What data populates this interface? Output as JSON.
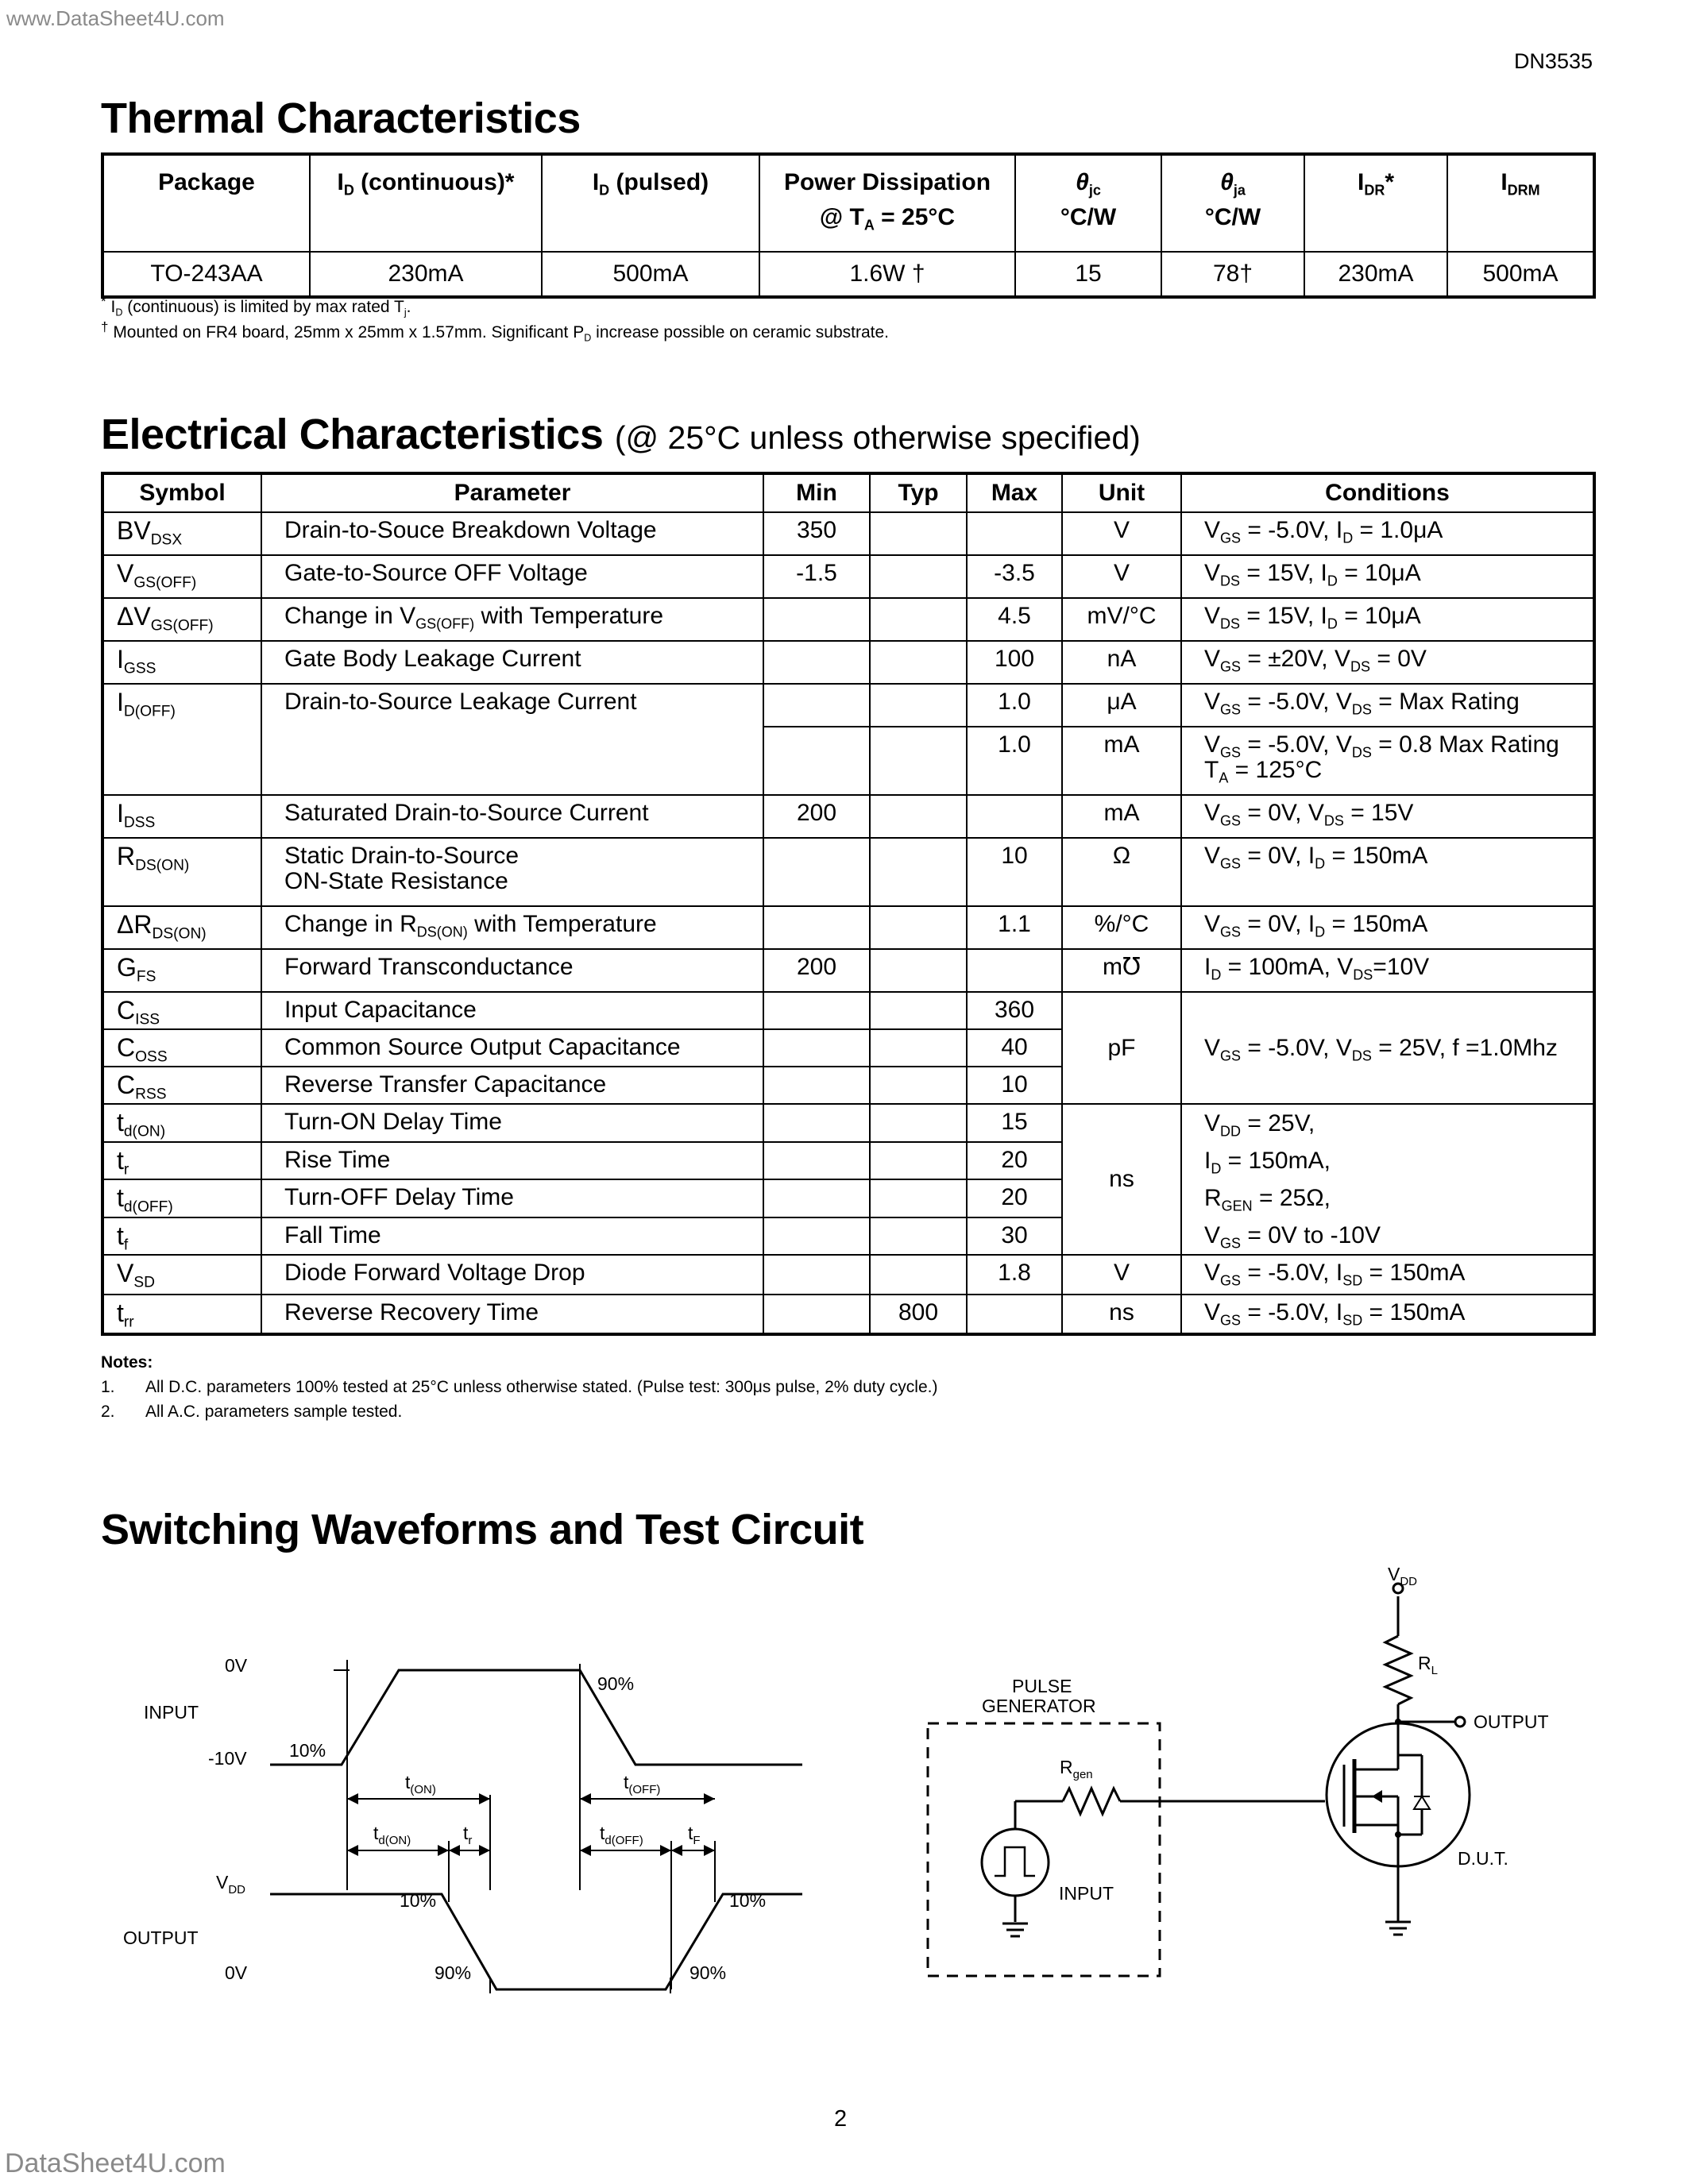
{
  "watermark_top": "www.DataSheet4U.com",
  "watermark_bottom": "DataSheet4U.com",
  "doc_number": "DN3535",
  "page_number": "2",
  "thermal": {
    "title": "Thermal Characteristics",
    "headers": {
      "package": "Package",
      "id_cont": "I",
      "id_cont_sub": "D",
      "id_cont_suffix": " (continuous)*",
      "id_pulsed": "I",
      "id_pulsed_sub": "D",
      "id_pulsed_suffix": " (pulsed)",
      "pd_line1": "Power Dissipation",
      "pd_line2": "@ T",
      "pd_sub": "A",
      "pd_suffix": " = 25°C",
      "theta_jc": "θ",
      "theta_jc_sub": "jc",
      "theta_jc_unit": "°C/W",
      "theta_ja": "θ",
      "theta_ja_sub": "ja",
      "theta_ja_unit": "°C/W",
      "idr": "I",
      "idr_sub": "DR",
      "idr_suffix": "*",
      "idrm": "I",
      "idrm_sub": "DRM"
    },
    "row": {
      "package": "TO-243AA",
      "id_cont": "230mA",
      "id_pulsed": "500mA",
      "pd": "1.6W †",
      "theta_jc": "15",
      "theta_ja": "78†",
      "idr": "230mA",
      "idrm": "500mA"
    },
    "note1": "I",
    "note1_sub": "D",
    "note1_rest": " (continuous) is limited by max rated T",
    "note1_sub2": "j",
    "note1_end": ".",
    "note2": "Mounted on FR4 board, 25mm x 25mm x 1.57mm. Significant P",
    "note2_sub": "D",
    "note2_rest": " increase possible on ceramic substrate."
  },
  "electrical": {
    "title": "Electrical Characteristics",
    "subtitle": "(@ 25°C unless otherwise specified)",
    "headers": [
      "Symbol",
      "Parameter",
      "Min",
      "Typ",
      "Max",
      "Unit",
      "Conditions"
    ],
    "rows": [
      {
        "sym": "BV",
        "sub": "DSX",
        "param": "Drain-to-Souce Breakdown Voltage",
        "min": "350",
        "typ": "",
        "max": "",
        "unit": "V",
        "cond": "V<sub>GS</sub> = -5.0V, I<sub>D</sub> = 1.0μA"
      },
      {
        "sym": "V",
        "sub": "GS(OFF)",
        "param": "Gate-to-Source OFF Voltage",
        "min": "-1.5",
        "typ": "",
        "max": "-3.5",
        "unit": "V",
        "cond": "V<sub>DS</sub> = 15V, I<sub>D</sub> = 10μA"
      },
      {
        "sym": "ΔV",
        "sub": "GS(OFF)",
        "param": "Change in V<sub>GS(OFF)</sub> with Temperature",
        "min": "",
        "typ": "",
        "max": "4.5",
        "unit": "mV/°C",
        "cond": "V<sub>DS</sub> = 15V, I<sub>D</sub> = 10μA"
      },
      {
        "sym": "I",
        "sub": "GSS",
        "param": "Gate Body Leakage Current",
        "min": "",
        "typ": "",
        "max": "100",
        "unit": "nA",
        "cond": "V<sub>GS</sub> = ±20V, V<sub>DS</sub> = 0V"
      }
    ],
    "idoff": {
      "sym": "I",
      "sub": "D(OFF)",
      "param": "Drain-to-Source Leakage Current",
      "r1": {
        "max": "1.0",
        "unit": "μA",
        "cond": "V<sub>GS</sub> = -5.0V, V<sub>DS</sub> = Max Rating"
      },
      "r2": {
        "max": "1.0",
        "unit": "mA",
        "cond": "V<sub>GS</sub> = -5.0V, V<sub>DS</sub> = 0.8 Max Rating<br>T<sub>A</sub> = 125°C"
      }
    },
    "rows2": [
      {
        "sym": "I",
        "sub": "DSS",
        "param": "Saturated Drain-to-Source Current",
        "min": "200",
        "typ": "",
        "max": "",
        "unit": "mA",
        "cond": "V<sub>GS</sub> = 0V, V<sub>DS</sub> = 15V"
      },
      {
        "sym": "R",
        "sub": "DS(ON)",
        "param": "Static Drain-to-Source<br>ON-State Resistance",
        "min": "",
        "typ": "",
        "max": "10",
        "unit": "Ω",
        "cond": "V<sub>GS</sub> = 0V, I<sub>D</sub> = 150mA"
      },
      {
        "sym": "ΔR",
        "sub": "DS(ON)",
        "param": "Change in R<sub>DS(ON)</sub> with Temperature",
        "min": "",
        "typ": "",
        "max": "1.1",
        "unit": "%/°C",
        "cond": "V<sub>GS</sub> = 0V, I<sub>D</sub> = 150mA"
      },
      {
        "sym": "G",
        "sub": "FS",
        "param": "Forward Transconductance",
        "min": "200",
        "typ": "",
        "max": "",
        "unit": "m℧",
        "cond": "I<sub>D</sub> = 100mA, V<sub>DS</sub>=10V"
      }
    ],
    "cap": {
      "unit": "pF",
      "cond": "V<sub>GS</sub> = -5.0V, V<sub>DS</sub> = 25V, f =1.0Mhz",
      "rows": [
        {
          "sym": "C",
          "sub": "ISS",
          "param": "Input Capacitance",
          "max": "360"
        },
        {
          "sym": "C",
          "sub": "OSS",
          "param": "Common Source Output Capacitance",
          "max": "40"
        },
        {
          "sym": "C",
          "sub": "RSS",
          "param": "Reverse Transfer Capacitance",
          "max": "10"
        }
      ]
    },
    "sw": {
      "unit": "ns",
      "cond": [
        "V<sub>DD</sub> = 25V,",
        "I<sub>D</sub> = 150mA,",
        "R<sub>GEN</sub> = 25Ω,",
        "V<sub>GS</sub> = 0V to -10V"
      ],
      "rows": [
        {
          "sym": "t",
          "sub": "d(ON)",
          "param": "Turn-ON Delay Time",
          "max": "15"
        },
        {
          "sym": "t",
          "sub": "r",
          "param": "Rise Time",
          "max": "20"
        },
        {
          "sym": "t",
          "sub": "d(OFF)",
          "param": "Turn-OFF Delay Time",
          "max": "20"
        },
        {
          "sym": "t",
          "sub": "f",
          "param": "Fall Time",
          "max": "30"
        }
      ]
    },
    "rows3": [
      {
        "sym": "V",
        "sub": "SD",
        "param": "Diode Forward Voltage Drop",
        "min": "",
        "typ": "",
        "max": "1.8",
        "unit": "V",
        "cond": "V<sub>GS</sub> = -5.0V, I<sub>SD</sub> = 150mA"
      },
      {
        "sym": "t",
        "sub": "rr",
        "param": "Reverse Recovery Time",
        "min": "",
        "typ": "800",
        "max": "",
        "unit": "ns",
        "cond": "V<sub>GS</sub> = -5.0V, I<sub>SD</sub> = 150mA"
      }
    ],
    "notes_title": "Notes:",
    "notes": [
      {
        "num": "1.",
        "text": "All D.C. parameters 100% tested at 25°C unless otherwise stated. (Pulse test: 300μs pulse, 2% duty cycle.)"
      },
      {
        "num": "2.",
        "text": "All A.C. parameters sample tested."
      }
    ]
  },
  "switching": {
    "title": "Switching Waveforms and Test Circuit",
    "labels": {
      "input": "INPUT",
      "output": "OUTPUT",
      "ov_top": "0V",
      "m10v": "-10V",
      "vdd": "V",
      "vdd_sub": "DD",
      "ov_bot": "0V",
      "p10_a": "10%",
      "p90_a": "90%",
      "p10_b": "10%",
      "p10_c": "10%",
      "p90_b": "90%",
      "p90_c": "90%",
      "ton": "t",
      "ton_sub": "(ON)",
      "toff": "t",
      "toff_sub": "(OFF)",
      "tdon": "t",
      "tdon_sub": "d(ON)",
      "tr": "t",
      "tr_sub": "r",
      "tdoff": "t",
      "tdoff_sub": "d(OFF)",
      "tf": "t",
      "tf_sub": "F",
      "pulse": "PULSE",
      "generator": "GENERATOR",
      "rgen": "R",
      "rgen_sub": "gen",
      "gen_input": "INPUT",
      "vdd_c": "V",
      "vdd_c_sub": "DD",
      "rl": "R",
      "rl_sub": "L",
      "out_c": "OUTPUT",
      "dut": "D.U.T."
    }
  }
}
